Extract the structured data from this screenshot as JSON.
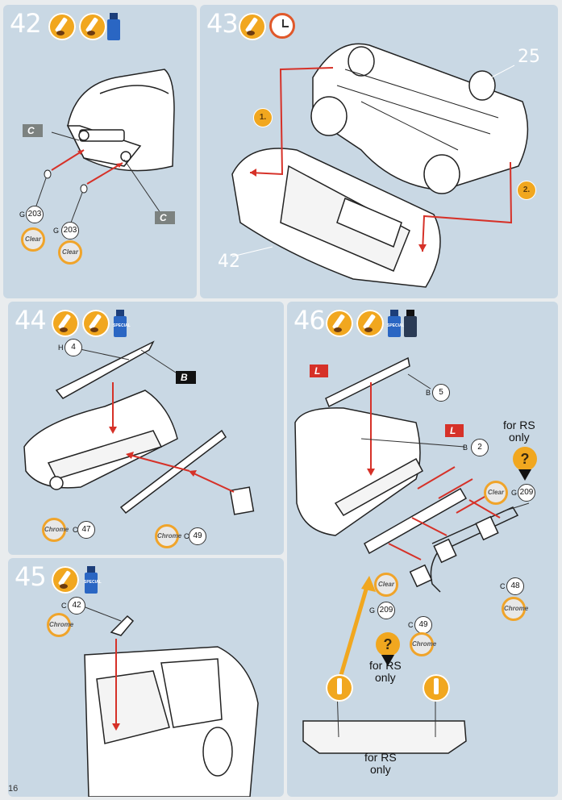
{
  "page_number": "16",
  "steps": {
    "s42": {
      "number": "42",
      "flag_c1": "C",
      "flag_c2": "C",
      "part_a_prefix": "G",
      "part_a": "203",
      "part_b_prefix": "G",
      "part_b": "203",
      "clear_label_a": "Clear",
      "clear_label_b": "Clear"
    },
    "s43": {
      "number": "43",
      "callout_1": "1.",
      "callout_2": "2.",
      "label_25": "25",
      "label_42": "42"
    },
    "s44": {
      "number": "44",
      "paint_label": "SPECIAL",
      "part_h_prefix": "H",
      "part_h": "4",
      "flag_b": "B",
      "part_c47_prefix": "C",
      "part_c47": "47",
      "part_c49_prefix": "C",
      "part_c49": "49",
      "chrome_a": "Chrome",
      "chrome_b": "Chrome"
    },
    "s45": {
      "number": "45",
      "paint_label": "SPECIAL",
      "part_c42_prefix": "C",
      "part_c42": "42",
      "chrome": "Chrome"
    },
    "s46": {
      "number": "46",
      "paint_label": "SPECIAL",
      "flag_l1": "L",
      "flag_l2": "L",
      "part_b5_prefix": "B",
      "part_b5": "5",
      "part_b2_prefix": "B",
      "part_b2": "2",
      "part_g209a_prefix": "G",
      "part_g209a": "209",
      "part_g209b_prefix": "G",
      "part_g209b": "209",
      "part_c48_prefix": "C",
      "part_c48": "48",
      "part_c49_prefix": "C",
      "part_c49": "49",
      "clear_a": "Clear",
      "clear_b": "Clear",
      "chrome_a": "Chrome",
      "chrome_b": "Chrome",
      "question": "?",
      "rs_note_top_1": "for RS",
      "rs_note_top_2": "only",
      "rs_note_mid_1": "for RS",
      "rs_note_mid_2": "only",
      "rs_note_bottom_1": "for RS",
      "rs_note_bottom_2": "only"
    }
  },
  "colors": {
    "panel": "#c9d8e4",
    "accent_orange": "#f1a71f",
    "arrow_red": "#d63128",
    "paint_blue": "#2a66c3"
  }
}
